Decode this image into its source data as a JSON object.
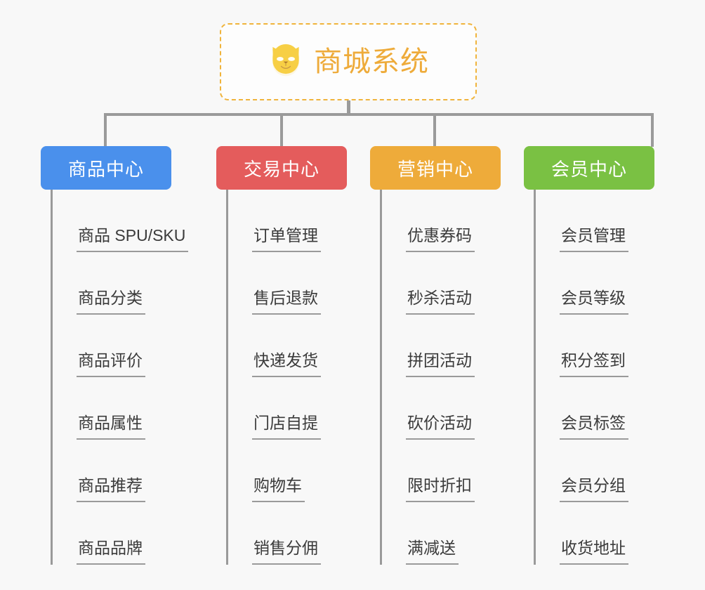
{
  "root": {
    "title": "商城系统",
    "icon": "shiba-inu-icon",
    "border_color": "#f0b43c",
    "text_color": "#eeab3a"
  },
  "connector_color": "#9a9a9a",
  "page_background": "#f8f8f8",
  "categories": [
    {
      "label": "商品中心",
      "color": "#4a90ec",
      "items": [
        "商品 SPU/SKU",
        "商品分类",
        "商品评价",
        "商品属性",
        "商品推荐",
        "商品品牌"
      ]
    },
    {
      "label": "交易中心",
      "color": "#e45c5c",
      "items": [
        "订单管理",
        "售后退款",
        "快递发货",
        "门店自提",
        "购物车",
        "销售分佣"
      ]
    },
    {
      "label": "营销中心",
      "color": "#eeab3a",
      "items": [
        "优惠券码",
        "秒杀活动",
        "拼团活动",
        "砍价活动",
        "限时折扣",
        "满减送"
      ]
    },
    {
      "label": "会员中心",
      "color": "#7ac143",
      "items": [
        "会员管理",
        "会员等级",
        "积分签到",
        "会员标签",
        "会员分组",
        "收货地址"
      ]
    }
  ]
}
